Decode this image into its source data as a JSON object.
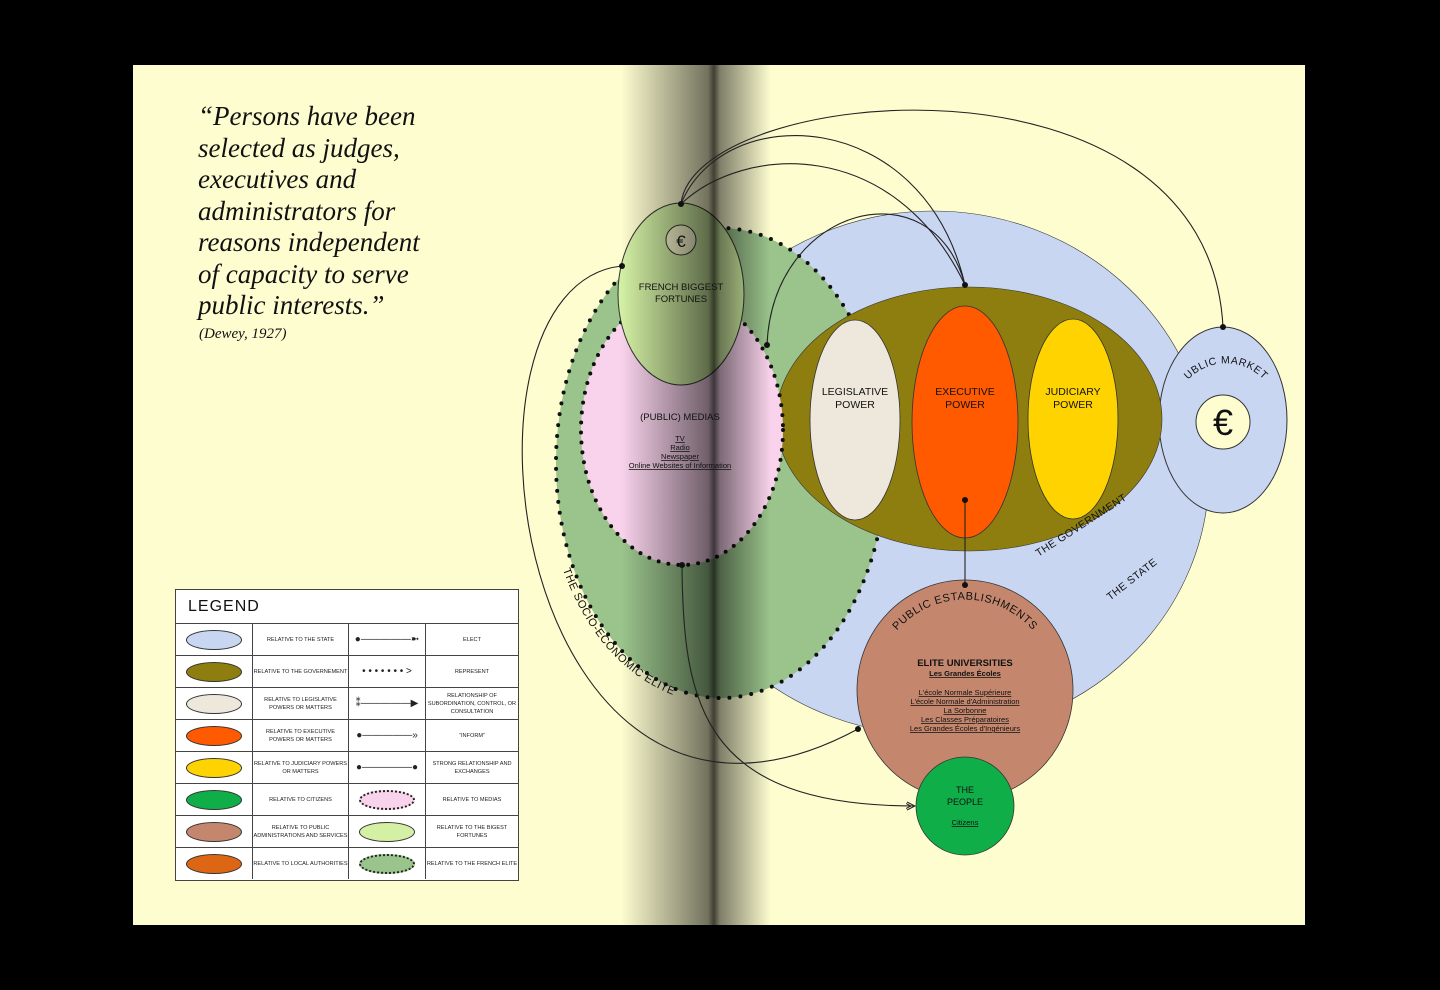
{
  "quote": {
    "lines": [
      "“Persons have been",
      "selected as judges,",
      "executives and",
      "administrators for",
      "reasons independent",
      "of capacity to serve",
      "public interests.”"
    ],
    "citation": "(Dewey, 1927)"
  },
  "diagram": {
    "state_label": "THE STATE",
    "government_label": "THE GOVERNMENT",
    "elite_label": "THE SOCIO-ECONOMIC ELITE",
    "fortunes": {
      "symbol": "€",
      "line1": "FRENCH BIGGEST",
      "line2": "FORTUNES"
    },
    "medias": {
      "title": "(PUBLIC) MEDIAS",
      "items": [
        "TV",
        "Radio",
        "Newspaper",
        "Online Websites of Information"
      ]
    },
    "legislative": {
      "line1": "LEGISLATIVE",
      "line2": "POWER"
    },
    "executive": {
      "line1": "EXECUTIVE",
      "line2": "POWER"
    },
    "judiciary": {
      "line1": "JUDICIARY",
      "line2": "POWER"
    },
    "markets": {
      "label": "PUBLIC MARKETS",
      "symbol": "€"
    },
    "establishments": {
      "label": "PUBLIC ESTABLISHMENTS",
      "title": "ELITE UNIVERSITIES",
      "subtitle": "Les Grandes Écoles",
      "items": [
        "L'école Normale Supérieure",
        "L'école Normale d'Administration",
        "La Sorbonne",
        "Les Classes Préparatoires",
        "Les Grandes Écoles d'Ingénieurs"
      ]
    },
    "people": {
      "line1": "THE",
      "line2": "PEOPLE",
      "sub": "Citizens"
    }
  },
  "colors": {
    "page": "#fefdd0",
    "state": "#c9d6f2",
    "government": "#8d7e0f",
    "legislative": "#ede8db",
    "executive": "#ff5a00",
    "judiciary": "#ffd300",
    "citizens": "#0fae49",
    "public_administrations": "#c4876e",
    "local_authorities": "#dd6614",
    "medias": "#f9d3ec",
    "fortunes": "#d3f0a4",
    "elite": "#9bc48c"
  },
  "legend": {
    "title": "LEGEND",
    "rows": [
      {
        "color": "#c9d6f2",
        "label": "Relative to the State",
        "glyph": "●―――――➼",
        "meaning": "Elect"
      },
      {
        "color": "#8d7e0f",
        "label": "Relative to the Governement",
        "glyph": "• • • • • • • >",
        "meaning": "Represent"
      },
      {
        "color": "#ede8db",
        "label": "Relative to legislative powers or matters",
        "glyph": "⁑―――――▶",
        "meaning": "Relationship of subordination, control, or consultation"
      },
      {
        "color": "#ff5a00",
        "label": "Relative to executive powers or matters",
        "glyph": "●―――――»",
        "meaning": "“Inform”"
      },
      {
        "color": "#ffd300",
        "label": "Relative to judiciary powers or matters",
        "glyph": "●―――――●",
        "meaning": "Strong relationship and exchanges"
      },
      {
        "color": "#0fae49",
        "label": "Relative to citizens",
        "swatch2": "#f9d3ec",
        "meaning": "Relative to medias"
      },
      {
        "color": "#c4876e",
        "label": "Relative to public administrations and services",
        "swatch2": "#d3f0a4",
        "meaning": "Relative to the bigest fortunes"
      },
      {
        "color": "#dd6614",
        "label": "Relative to local authorities",
        "swatch2": "#9bc48c",
        "meaning": "Relative to the French elite"
      }
    ]
  }
}
